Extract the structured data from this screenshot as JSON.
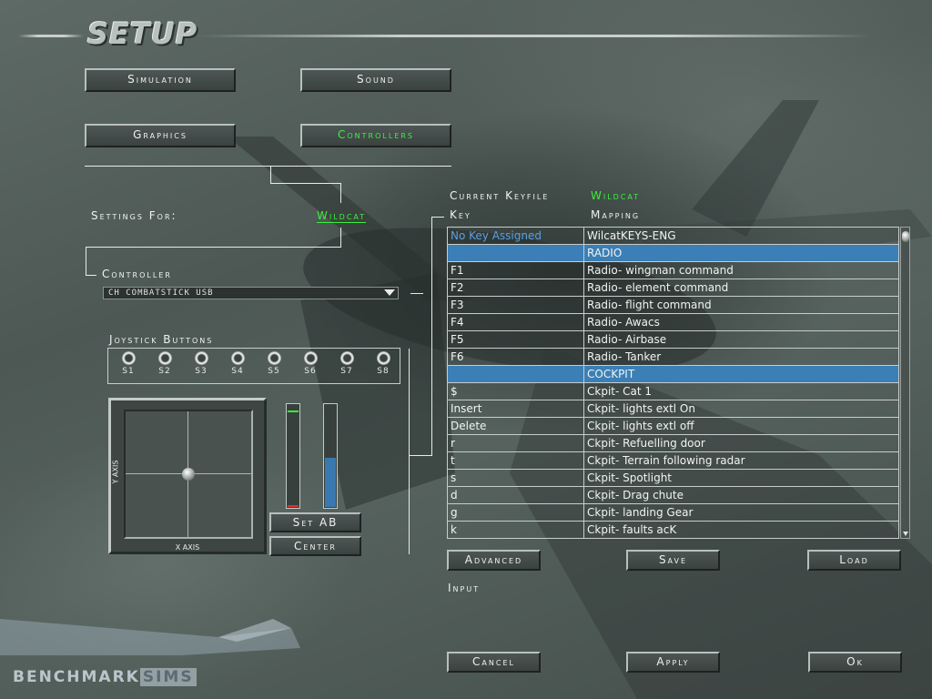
{
  "page": {
    "title": "SETUP"
  },
  "tabs": {
    "simulation": "Simulation",
    "sound": "Sound",
    "graphics": "Graphics",
    "controllers": "Controllers"
  },
  "settings_for": {
    "label": "Settings For:",
    "value": "Wildcat"
  },
  "controller": {
    "label": "Controller",
    "selected": "CH COMBATSTICK USB"
  },
  "joystick_buttons": {
    "label": "Joystick Buttons",
    "buttons": [
      "S1",
      "S2",
      "S3",
      "S4",
      "S5",
      "S6",
      "S7",
      "S8"
    ]
  },
  "axes": {
    "x_label": "X AXIS",
    "y_label": "Y AXIS"
  },
  "throttle": {
    "left_level": 0.0,
    "right_level": 0.48
  },
  "stick_buttons": {
    "set_ab": "Set AB",
    "center": "Center"
  },
  "keyfile": {
    "label": "Current Keyfile",
    "value": "Wildcat"
  },
  "table": {
    "headers": {
      "key": "Key",
      "mapping": "Mapping"
    },
    "rows": [
      {
        "key": "No Key Assigned",
        "mapping": "WilcatKEYS-ENG",
        "type": "na"
      },
      {
        "key": "",
        "mapping": "RADIO",
        "type": "section"
      },
      {
        "key": "F1",
        "mapping": "Radio- wingman command"
      },
      {
        "key": "F2",
        "mapping": "Radio- element command"
      },
      {
        "key": "F3",
        "mapping": "Radio- flight command"
      },
      {
        "key": "F4",
        "mapping": "Radio- Awacs"
      },
      {
        "key": "F5",
        "mapping": "Radio- Airbase"
      },
      {
        "key": "F6",
        "mapping": "Radio- Tanker"
      },
      {
        "key": "",
        "mapping": "COCKPIT",
        "type": "section"
      },
      {
        "key": "$",
        "mapping": "Ckpit- Cat 1"
      },
      {
        "key": "Insert",
        "mapping": "Ckpit- lights extl On"
      },
      {
        "key": "Delete",
        "mapping": "Ckpit- lights extl off"
      },
      {
        "key": "r",
        "mapping": "Ckpit- Refuelling door"
      },
      {
        "key": "t",
        "mapping": "Ckpit- Terrain following radar"
      },
      {
        "key": "s",
        "mapping": "Ckpit- Spotlight"
      },
      {
        "key": "d",
        "mapping": "Ckpit- Drag chute"
      },
      {
        "key": "g",
        "mapping": "Ckpit- landing Gear"
      },
      {
        "key": "k",
        "mapping": "Ckpit- faults acK"
      }
    ]
  },
  "table_buttons": {
    "advanced": "Advanced",
    "save": "Save",
    "load": "Load"
  },
  "input_label": "Input",
  "footer_buttons": {
    "cancel": "Cancel",
    "apply": "Apply",
    "ok": "Ok"
  },
  "logo": {
    "part1": "BENCHMARK",
    "part2": "SIMS"
  },
  "colors": {
    "accent_green": "#3cf03c",
    "selection_blue": "#3b7fb6",
    "na_blue": "#5aa0e0"
  }
}
